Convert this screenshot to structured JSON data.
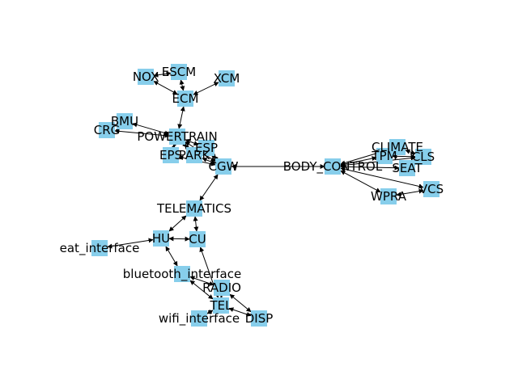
{
  "colors": {
    "node_fill": "#87ceeb",
    "edge": "#000000",
    "label": "#000000"
  },
  "graph": {
    "nodes": [
      {
        "id": "NOX",
        "label": "NOX"
      },
      {
        "id": "ESCM",
        "label": "ESCM"
      },
      {
        "id": "XCM",
        "label": "XCM"
      },
      {
        "id": "ECM",
        "label": "ECM"
      },
      {
        "id": "BMU",
        "label": "BMU"
      },
      {
        "id": "CRG",
        "label": "CRG"
      },
      {
        "id": "POWERTRAIN",
        "label": "POWERTRAIN"
      },
      {
        "id": "ESP",
        "label": "ESP"
      },
      {
        "id": "EPS",
        "label": "EPS"
      },
      {
        "id": "PARK",
        "label": "PARK"
      },
      {
        "id": "CGW",
        "label": "CGW"
      },
      {
        "id": "BODY_CONTROL",
        "label": "BODY_CONTROL"
      },
      {
        "id": "CLIMATE",
        "label": "CLIMATE"
      },
      {
        "id": "TPM",
        "label": "TPM"
      },
      {
        "id": "CLS",
        "label": "CLS"
      },
      {
        "id": "SEAT",
        "label": "SEAT"
      },
      {
        "id": "VCS",
        "label": "VCS"
      },
      {
        "id": "WPRA",
        "label": "WPRA"
      },
      {
        "id": "TELEMATICS",
        "label": "TELEMATICS"
      },
      {
        "id": "HU",
        "label": "HU"
      },
      {
        "id": "CU",
        "label": "CU"
      },
      {
        "id": "eat_interface",
        "label": "eat_interface"
      },
      {
        "id": "bluetooth_interface",
        "label": "bluetooth_interface"
      },
      {
        "id": "RADIO",
        "label": "RADIO"
      },
      {
        "id": "TEL",
        "label": "TEL"
      },
      {
        "id": "wifi_interface",
        "label": "wifi_interface"
      },
      {
        "id": "DISP",
        "label": "DISP"
      }
    ],
    "edges": [
      [
        "NOX",
        "ESCM"
      ],
      [
        "NOX",
        "ECM"
      ],
      [
        "ESCM",
        "ECM"
      ],
      [
        "XCM",
        "ECM"
      ],
      [
        "ECM",
        "POWERTRAIN"
      ],
      [
        "BMU",
        "POWERTRAIN"
      ],
      [
        "CRG",
        "POWERTRAIN"
      ],
      [
        "POWERTRAIN",
        "ESP"
      ],
      [
        "POWERTRAIN",
        "EPS"
      ],
      [
        "POWERTRAIN",
        "PARK"
      ],
      [
        "POWERTRAIN",
        "CGW"
      ],
      [
        "ESP",
        "CGW"
      ],
      [
        "EPS",
        "CGW"
      ],
      [
        "PARK",
        "CGW"
      ],
      [
        "CGW",
        "BODY_CONTROL"
      ],
      [
        "CGW",
        "TELEMATICS"
      ],
      [
        "BODY_CONTROL",
        "CLIMATE"
      ],
      [
        "BODY_CONTROL",
        "TPM"
      ],
      [
        "BODY_CONTROL",
        "CLS"
      ],
      [
        "BODY_CONTROL",
        "SEAT"
      ],
      [
        "BODY_CONTROL",
        "VCS"
      ],
      [
        "BODY_CONTROL",
        "WPRA"
      ],
      [
        "CLIMATE",
        "CLS"
      ],
      [
        "TPM",
        "CLS"
      ],
      [
        "WPRA",
        "VCS"
      ],
      [
        "TELEMATICS",
        "HU"
      ],
      [
        "TELEMATICS",
        "CU"
      ],
      [
        "HU",
        "CU"
      ],
      [
        "HU",
        "eat_interface"
      ],
      [
        "HU",
        "bluetooth_interface"
      ],
      [
        "bluetooth_interface",
        "RADIO"
      ],
      [
        "bluetooth_interface",
        "TEL"
      ],
      [
        "CU",
        "TEL"
      ],
      [
        "RADIO",
        "TEL"
      ],
      [
        "RADIO",
        "DISP"
      ],
      [
        "TEL",
        "wifi_interface"
      ],
      [
        "TEL",
        "DISP"
      ]
    ]
  }
}
